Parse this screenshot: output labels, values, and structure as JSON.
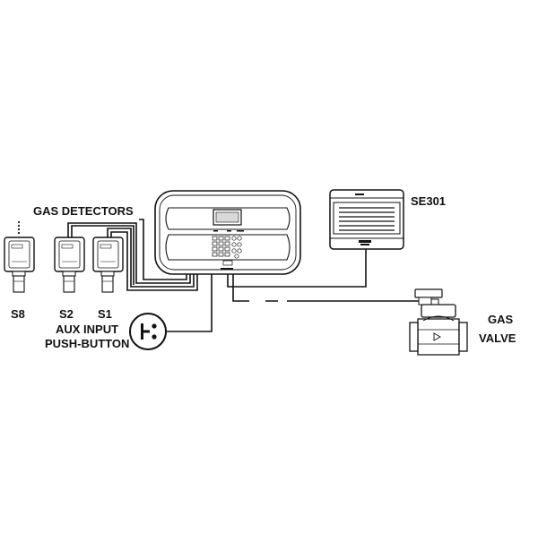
{
  "labels": {
    "gas_detectors": "GAS DETECTORS",
    "se301": "SE301",
    "s8": "S8",
    "s2": "S2",
    "s1": "S1",
    "aux_input_line1": "AUX INPUT",
    "aux_input_line2": "PUSH-BUTTON",
    "gas_valve_line1": "GAS",
    "gas_valve_line2": "VALVE"
  },
  "colors": {
    "line": "#111111",
    "device_fill": "#ffffff",
    "shade": "#d9d9d9"
  },
  "icons": {
    "detector": "gas-detector-icon",
    "panel": "control-panel-icon",
    "module": "se301-module-icon",
    "valve": "solenoid-valve-icon",
    "button": "push-button-icon"
  }
}
